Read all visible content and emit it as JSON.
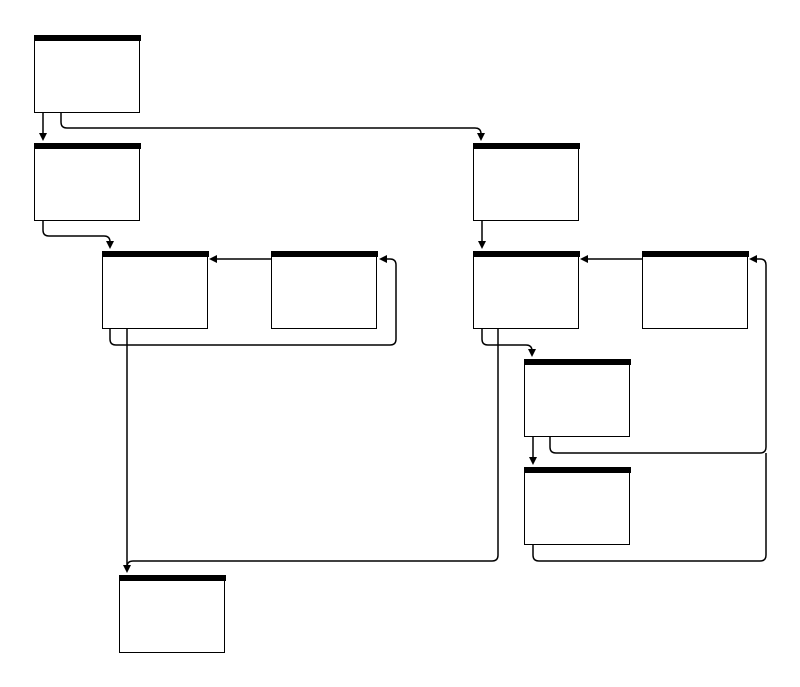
{
  "diagram": {
    "colors": {
      "stroke": "#000000",
      "background": "#ffffff",
      "header": "#000000"
    },
    "nodes": [
      {
        "id": "n1"
      },
      {
        "id": "n2"
      },
      {
        "id": "n3"
      },
      {
        "id": "n4"
      },
      {
        "id": "n5"
      },
      {
        "id": "n6"
      },
      {
        "id": "n7"
      },
      {
        "id": "n8"
      },
      {
        "id": "n9"
      },
      {
        "id": "n10"
      },
      {
        "id": "n11"
      }
    ],
    "edges": [
      {
        "from": "n1",
        "to": "n2"
      },
      {
        "from": "n1",
        "to": "n5"
      },
      {
        "from": "n2",
        "to": "n3"
      },
      {
        "from": "n4",
        "to": "n3"
      },
      {
        "from": "n3",
        "to": "n4"
      },
      {
        "from": "n5",
        "to": "n6"
      },
      {
        "from": "n7",
        "to": "n6"
      },
      {
        "from": "n6",
        "to": "n8"
      },
      {
        "from": "n8",
        "to": "n9"
      },
      {
        "from": "n8",
        "to": "n7"
      },
      {
        "from": "n9",
        "to": "n7"
      },
      {
        "from": "n3",
        "to": "n10"
      },
      {
        "from": "n6",
        "to": "n10"
      }
    ]
  }
}
